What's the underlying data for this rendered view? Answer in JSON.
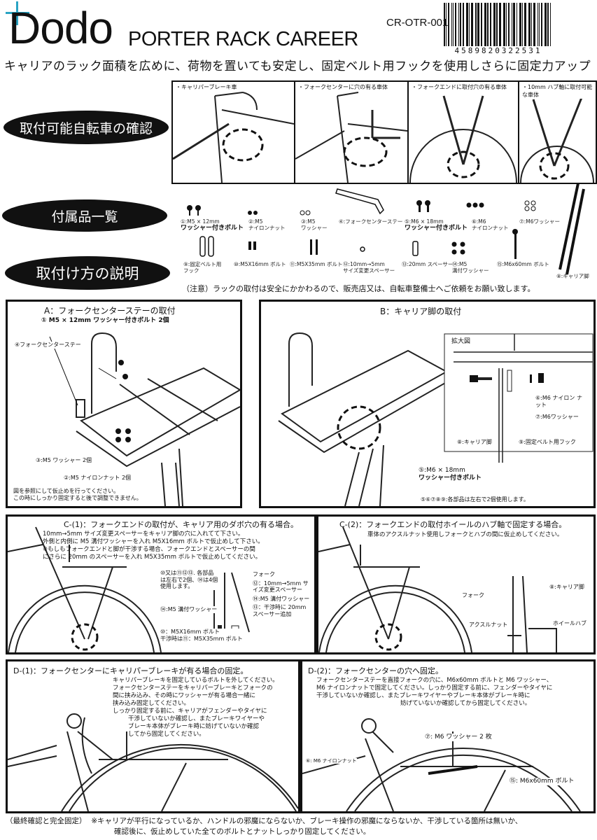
{
  "header": {
    "brand": "Dodo",
    "product": "PORTER RACK CAREER",
    "code": "CR-OTR-001",
    "barcode_digits": "4589820322531",
    "tagline": "キャリアのラック面積を広めに、荷物を置いても安定し、固定ベルト用フックを使用しさらに固定力アップ"
  },
  "sections": {
    "compat": "取付可能自転車の確認",
    "parts": "付属品一覧",
    "howto": "取付け方の説明"
  },
  "compat_photos": [
    "・キャリパーブレーキ車",
    "・フォークセンターに穴の有る車体",
    "・フォークエンドに取付穴の有る車体",
    "・10mm ハブ軸に取付可能な車体"
  ],
  "parts": [
    {
      "l1": "①:M5 × 12mm",
      "l2": "ワッシャー付きボルト"
    },
    {
      "l1": "②:M5",
      "l2": "ナイロンナット"
    },
    {
      "l1": "③:M5",
      "l2": "ワッシャー"
    },
    {
      "l1": "④:フォークセンターステー",
      "l2": ""
    },
    {
      "l1": "⑤:M6 × 18mm",
      "l2": "ワッシャー付きボルト"
    },
    {
      "l1": "⑥:M6",
      "l2": "ナイロンナット"
    },
    {
      "l1": "⑦:M6ワッシャー",
      "l2": ""
    },
    {
      "l1": "⑨:固定ベルト用",
      "l2": "フック"
    },
    {
      "l1": "⑩:M5X16mm ボルト",
      "l2": ""
    },
    {
      "l1": "⑪:M5X35mm ボルト",
      "l2": ""
    },
    {
      "l1": "⑫:10mm→5mm",
      "l2": "サイズ変更スペーサー"
    },
    {
      "l1": "⑬:20mm スペーサー",
      "l2": ""
    },
    {
      "l1": "⑭:M5",
      "l2": "溝付ワッシャー"
    },
    {
      "l1": "⑮:M6x60mm ボルト",
      "l2": ""
    },
    {
      "l1": "⑧:キャリア脚",
      "l2": ""
    }
  ],
  "caution": "（注意）ラックの取付は安全にかかわるので、販売店又は、自転車整備士へご依頼をお願い致します。",
  "panel_a": {
    "title": "A：フォークセンターステーの取付",
    "bolt": "① M5 × 12mm ワッシャー付きボルト 2個",
    "stay": "④フォークセンターステー",
    "washer": "③:M5 ワッシャー 2個",
    "nut": "②:M5 ナイロンナット 2個",
    "note1": "図を参照にして仮止めを行ってください。",
    "note2": "この時にしっかり固定すると後で調整できません。"
  },
  "panel_b": {
    "title": "B：キャリア脚の取付",
    "zoom": "拡大図",
    "nut": "⑥:M6 ナイロン ナット",
    "washer": "⑦:M6ワッシャー",
    "leg": "⑧:キャリア脚",
    "hook": "⑨:固定ベルト用フック",
    "bolt1": "⑤:M6 × 18mm",
    "bolt2": "ワッシャー付きボルト",
    "note": "⑤⑥⑦⑧⑨:各部品は左右で2個使用します。"
  },
  "panel_c1": {
    "title": "C-(1)：フォークエンドの取付が、キャリア用のダボ穴の有る場合。",
    "t1": "10mm→5mm サイズ変更スペーサーをキャリア脚の穴に入れてて下さい。",
    "t2": "外側と内側に M5 溝付ワッシャーを入れ M5X16mm ボルトで仮止めして下さい。",
    "t3": "※もしもフォークエンドと脚が干渉する場合、フォークエンドとスペーサーの間",
    "t4": "にさらに 20mm のスペーサーを入れ M5X35mm ボルトで仮止めしてください。",
    "parts_note": "⑩又は⑪⑫⑬. 各部品は左右で2個、⑭は4個使用します。",
    "fork": "フォーク",
    "spacer": "⑫：10mm→5mm サイズ変更スペーサー",
    "washer_r": "⑭:M5 溝付ワッシャー",
    "extra": "⑬：干渉時に 20mm スペーサー追加",
    "washer_l": "⑭:M5 溝付ワッシャー",
    "bolt": "⑩：M5X16mm ボルト",
    "bolt_alt": "干渉時は⑪：M5X35mm ボルト"
  },
  "panel_c2": {
    "title": "C-(2)：フォークエンドの取付ホイールのハブ軸で固定する場合。",
    "t1": "車体のアクスルナット使用しフォークとハブの間に仮止めしてください。",
    "leg": "⑧:キャリア脚",
    "fork": "フォーク",
    "axle": "アクスルナット",
    "hub": "ホイールハブ"
  },
  "panel_d1": {
    "title": "D-(1)：フォークセンターにキャリパーブレーキが有る場合の固定。",
    "t1": "キャリパーブレーキを固定しているボルトを外してください。",
    "t2": "フォークセンターステーをキャリパーブレーキとフォークの",
    "t3": "間に挟み込み、その時にワッシャーが有る場合一緒に",
    "t4": "挟み込み固定してください。",
    "t5": "しっかり固定する前に、キャリアがフェンダーやタイヤに",
    "t6": "干渉していないか確認し、またブレーキワイヤーや",
    "t7": "ブレーキ本体がブレーキ時に妨げていないか確認",
    "t8": "してから固定してください。"
  },
  "panel_d2": {
    "title": "D-(2)：フォークセンターの穴へ固定。",
    "t1": "フォークセンターステーを直接フォークの穴に、M6x60mm ボルトと M6 ワッシャー、",
    "t2": "M6 ナイロンナットで固定してください。しっかり固定する前に、フェンダーやタイヤに",
    "t3": "干渉していないか確認し、またブレーキワイヤーやブレーキ本体がブレーキ時に",
    "t4": "妨げていないか確認してから固定してください。",
    "washer": "⑦: M6 ワッシャー 2 枚",
    "nut": "⑥: M6 ナイロンナット",
    "bolt": "⑮: M6x60mm ボルト"
  },
  "footer": {
    "label": "（最終確認と完全固定）",
    "l1": "※キャリアが平行になっているか、ハンドルの邪魔にならないか、ブレーキ操作の邪魔にならないか、干渉している箇所は無いか、",
    "l2": "確認後に、仮止めしていた全てのボルトとナットしっかり固定してください。"
  }
}
